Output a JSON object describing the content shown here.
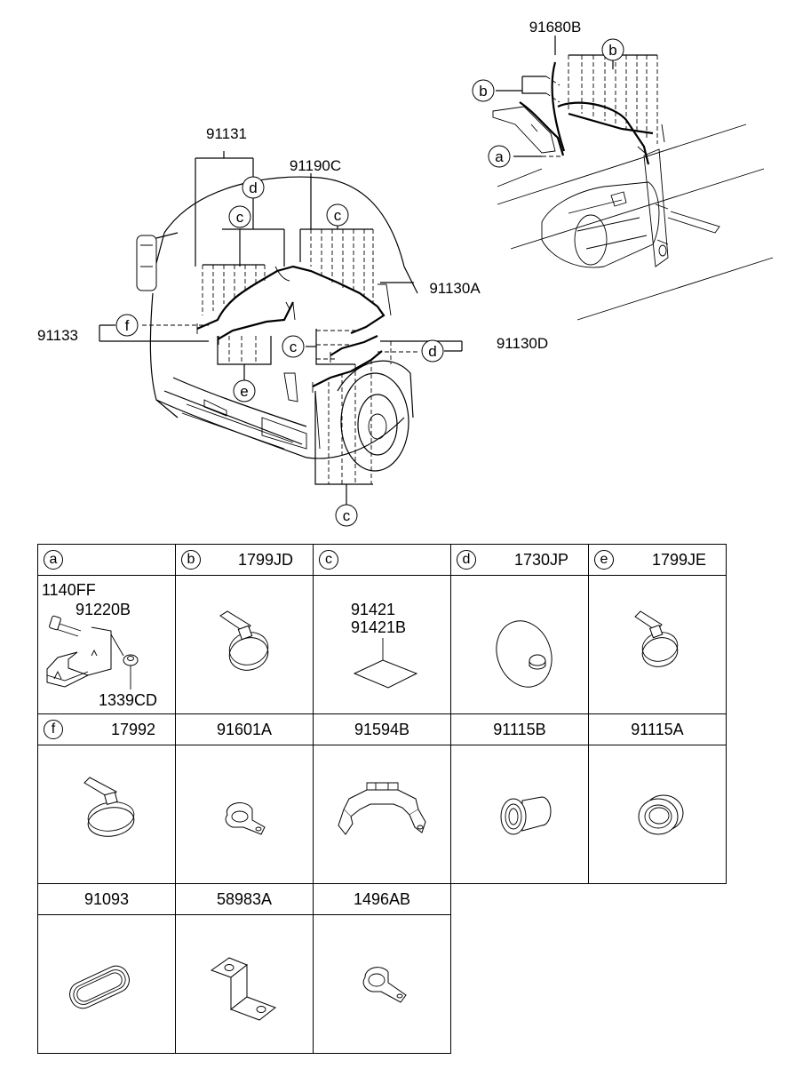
{
  "diagram": {
    "callouts": {
      "91680B": "91680B",
      "91131": "91131",
      "91190C": "91190C",
      "91130A": "91130A",
      "91133": "91133",
      "91130D": "91130D"
    },
    "letters": {
      "a": "a",
      "b": "b",
      "c": "c",
      "d": "d",
      "e": "e",
      "f": "f"
    }
  },
  "table": {
    "row1": [
      {
        "letter": "a",
        "part": ""
      },
      {
        "letter": "b",
        "part": "1799JD"
      },
      {
        "letter": "c",
        "part": ""
      },
      {
        "letter": "d",
        "part": "1730JP"
      },
      {
        "letter": "e",
        "part": "1799JE"
      }
    ],
    "cell_a_parts": {
      "p1": "1140FF",
      "p2": "91220B",
      "p3": "1339CD"
    },
    "cell_c_parts": {
      "p1": "91421",
      "p2": "91421B"
    },
    "row2": [
      {
        "letter": "f",
        "part": "17992"
      },
      {
        "letter": "",
        "part": "91601A"
      },
      {
        "letter": "",
        "part": "91594B"
      },
      {
        "letter": "",
        "part": "91115B"
      },
      {
        "letter": "",
        "part": "91115A"
      }
    ],
    "row3": [
      {
        "letter": "",
        "part": "91093"
      },
      {
        "letter": "",
        "part": "58983A"
      },
      {
        "letter": "",
        "part": "1496AB"
      }
    ]
  }
}
